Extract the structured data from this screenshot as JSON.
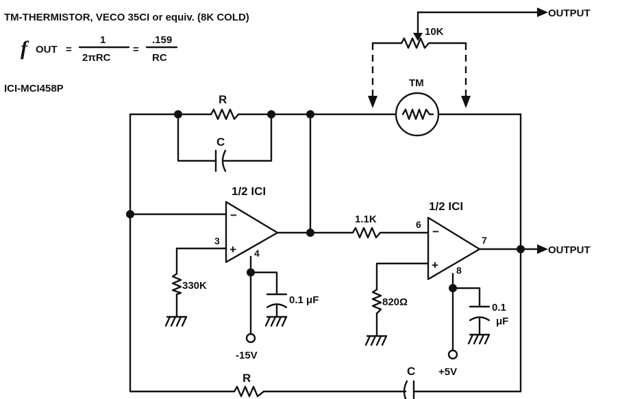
{
  "notes": {
    "thermistor": "TM-THERMISTOR, VECO 35CI or equiv. (8K COLD)",
    "ic": "ICI-MCI458P"
  },
  "formula": {
    "f": "f",
    "out": "OUT",
    "eq1": "=",
    "frac1_num": "1",
    "frac1_den": "2πRC",
    "eq2": "=",
    "frac2_num": ".159",
    "frac2_den": "RC"
  },
  "components": {
    "r_top": "R",
    "c_top": "C",
    "opamp1": "1/2 ICI",
    "opamp2": "1/2 ICI",
    "r_mid": "1.1K",
    "r_330k": "330K",
    "cap1": "0.1 μF",
    "cap2_value": "0.1",
    "cap2_unit": "μF",
    "r_820": "820Ω",
    "pot": "10K",
    "thermistor": "TM",
    "r_bottom": "R",
    "c_bottom": "C"
  },
  "pins": {
    "p3": "3",
    "p4": "4",
    "p6": "6",
    "p7": "7",
    "p8": "8",
    "plus": "+",
    "minus": "−"
  },
  "supplies": {
    "neg": "-15V",
    "pos": "+5V"
  },
  "outputs": {
    "top": "OUTPUT",
    "right": "OUTPUT"
  }
}
